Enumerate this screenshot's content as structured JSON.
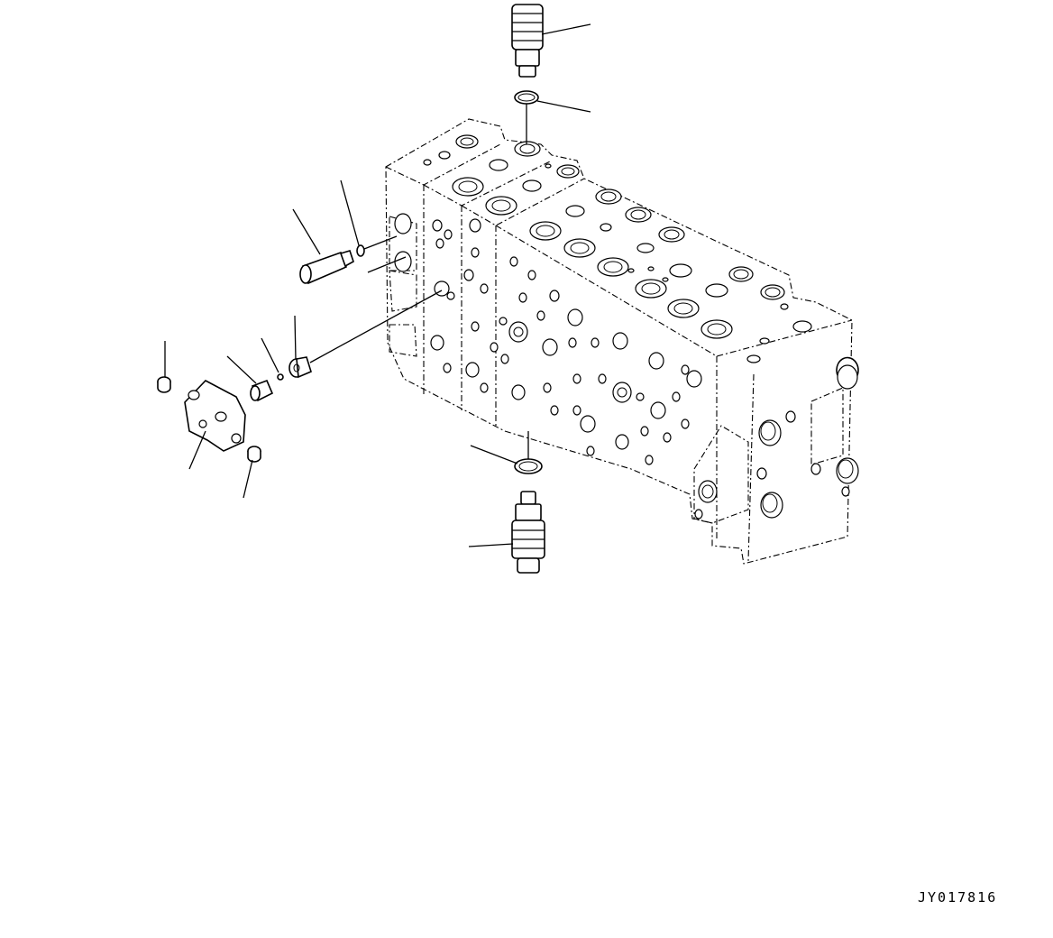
{
  "drawing_code": "JY017816",
  "colors": {
    "line": "#000000",
    "background": "#ffffff"
  },
  "parts": [
    "relief-valve-top",
    "o-ring-top",
    "plug",
    "o-ring-small",
    "spool",
    "ball",
    "spring-seat",
    "cover",
    "bolt-upper",
    "bolt-lower",
    "o-ring-bottom",
    "relief-valve-bottom",
    "valve-body"
  ]
}
